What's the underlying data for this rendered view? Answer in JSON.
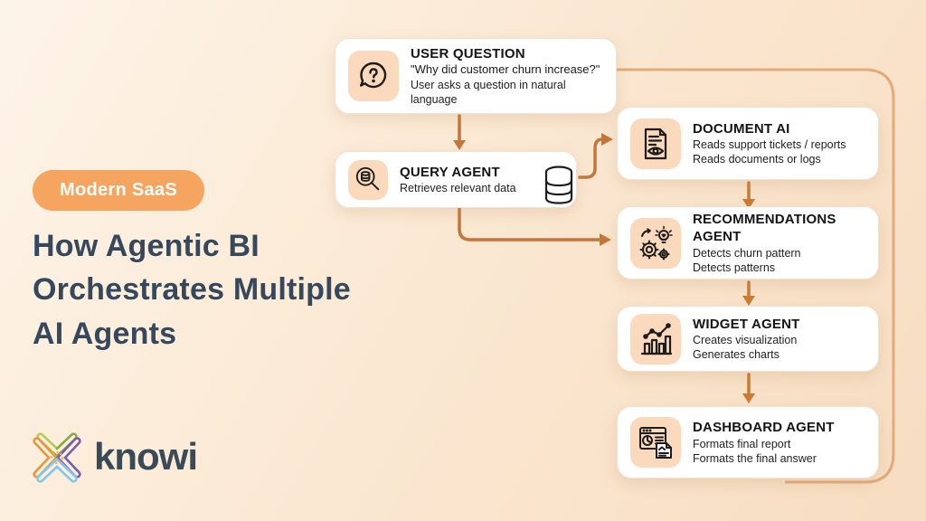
{
  "page": {
    "background_color": "#fbe9d4",
    "accent_color": "#f5a55f",
    "arrow_color": "#c4763a",
    "loop_line_color": "#e2ab7c",
    "card_bg": "#ffffff",
    "icon_tile_bg": "#fbd9bc",
    "headline_color": "#35485c"
  },
  "left_panel": {
    "badge": {
      "label": "Modern SaaS"
    },
    "title": "How Agentic BI Orchestrates Multiple AI Agents",
    "title_lines": [
      "How Agentic BI",
      "Orchestrates Multiple",
      "AI Agents"
    ],
    "logo": {
      "text": "knowi",
      "icon": "knowi-star-icon"
    }
  },
  "flow": {
    "nodes": [
      {
        "id": "user-question",
        "icon": "question-speech-bubble-icon",
        "title": "USER QUESTION",
        "lines": [
          "\"Why did customer churn increase?\"",
          "User asks a question in natural language"
        ]
      },
      {
        "id": "query-agent",
        "icon": "magnifier-database-icon",
        "side_icon": "database-icon",
        "title": "QUERY AGENT",
        "lines": [
          "Retrieves relevant data"
        ]
      },
      {
        "id": "document-ai",
        "icon": "document-eye-icon",
        "title": "DOCUMENT AI",
        "lines": [
          "Reads support tickets / reports",
          "Reads documents or logs"
        ]
      },
      {
        "id": "recommendations-agent",
        "icon": "gears-lightbulb-icon",
        "title": "RECOMMENDATIONS AGENT",
        "lines": [
          "Detects churn pattern",
          "Detects patterns"
        ]
      },
      {
        "id": "widget-agent",
        "icon": "bar-line-chart-icon",
        "title": "WIDGET AGENT",
        "lines": [
          "Creates visualization",
          "Generates charts"
        ]
      },
      {
        "id": "dashboard-agent",
        "icon": "dashboard-windows-icon",
        "title": "DASHBOARD AGENT",
        "lines": [
          "Formats final report",
          "Formats the final answer"
        ]
      }
    ]
  }
}
